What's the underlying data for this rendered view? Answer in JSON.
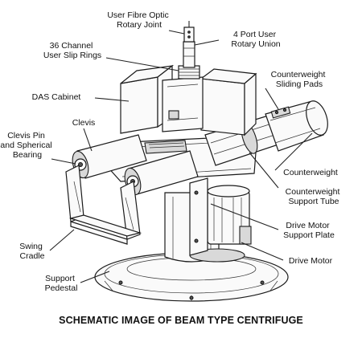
{
  "labels": {
    "fibre_optic": [
      "User Fibre Optic",
      "Rotary Joint"
    ],
    "rotary_union": [
      "4 Port User",
      "Rotary Union"
    ],
    "slip_rings": [
      "36 Channel",
      "User Slip Rings"
    ],
    "das_cabinet": [
      "DAS Cabinet"
    ],
    "cw_pads": [
      "Counterweight",
      "Sliding Pads"
    ],
    "clevis_pin": [
      "Clevis Pin",
      "and Spherical",
      "Bearing"
    ],
    "clevis": [
      "Clevis"
    ],
    "counterweight": [
      "Counterweight"
    ],
    "cw_tube": [
      "Counterweight",
      "Support Tube"
    ],
    "motor_plate": [
      "Drive Motor",
      "Support Plate"
    ],
    "swing_cradle": [
      "Swing",
      "Cradle"
    ],
    "drive_motor": [
      "Drive Motor"
    ],
    "pedestal": [
      "Support",
      "Pedestal"
    ]
  },
  "caption": "SCHEMATIC IMAGE OF BEAM TYPE CENTRIFUGE"
}
